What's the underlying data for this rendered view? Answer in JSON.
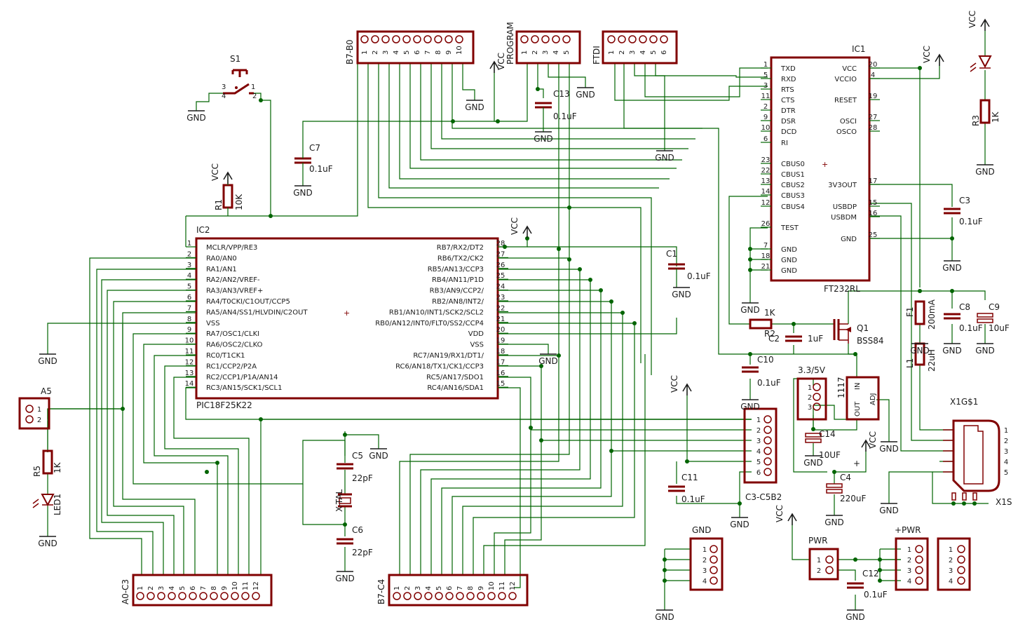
{
  "colors": {
    "wire": "#006400",
    "part": "#800000",
    "text": "#1a1a1a",
    "background": "#ffffff"
  },
  "ic2": {
    "name": "IC2",
    "part": "PIC18F25K22",
    "left_pins": [
      {
        "n": "1",
        "label": "MCLR/VPP/RE3"
      },
      {
        "n": "2",
        "label": "RA0/AN0"
      },
      {
        "n": "3",
        "label": "RA1/AN1"
      },
      {
        "n": "4",
        "label": "RA2/AN2/VREF-"
      },
      {
        "n": "5",
        "label": "RA3/AN3/VREF+"
      },
      {
        "n": "6",
        "label": "RA4/T0CKI/C1OUT/CCP5"
      },
      {
        "n": "7",
        "label": "RA5/AN4/SS1/HLVDIN/C2OUT"
      },
      {
        "n": "8",
        "label": "VSS"
      },
      {
        "n": "9",
        "label": "RA7/OSC1/CLKI"
      },
      {
        "n": "10",
        "label": "RA6/OSC2/CLKO"
      },
      {
        "n": "11",
        "label": "RC0/T1CK1"
      },
      {
        "n": "12",
        "label": "RC1/CCP2/P2A"
      },
      {
        "n": "13",
        "label": "RC2/CCP1/P1A/AN14"
      },
      {
        "n": "14",
        "label": "RC3/AN15/SCK1/SCL1"
      }
    ],
    "right_pins": [
      {
        "n": "28",
        "label": "RB7/RX2/DT2"
      },
      {
        "n": "27",
        "label": "RB6/TX2/CK2"
      },
      {
        "n": "26",
        "label": "RB5/AN13/CCP3"
      },
      {
        "n": "25",
        "label": "RB4/AN11/P1D"
      },
      {
        "n": "24",
        "label": "RB3/AN9/CCP2/"
      },
      {
        "n": "23",
        "label": "RB2/AN8/INT2/"
      },
      {
        "n": "22",
        "label": "RB1/AN10/INT1/SCK2/SCL2"
      },
      {
        "n": "21",
        "label": "RB0/AN12/INT0/FLT0/SS2/CCP4"
      },
      {
        "n": "20",
        "label": "VDD"
      },
      {
        "n": "19",
        "label": "VSS"
      },
      {
        "n": "18",
        "label": "RC7/AN19/RX1/DT1/"
      },
      {
        "n": "17",
        "label": "RC6/AN18/TX1/CK1/CCP3"
      },
      {
        "n": "16",
        "label": "RC5/AN17/SDO1"
      },
      {
        "n": "15",
        "label": "RC4/AN16/SDA1"
      }
    ]
  },
  "ic1": {
    "name": "IC1",
    "part": "FT232RL",
    "left_pins": [
      {
        "n": "1",
        "label": "TXD"
      },
      {
        "n": "5",
        "label": "RXD"
      },
      {
        "n": "3",
        "label": "RTS"
      },
      {
        "n": "11",
        "label": "CTS"
      },
      {
        "n": "2",
        "label": "DTR"
      },
      {
        "n": "9",
        "label": "DSR"
      },
      {
        "n": "10",
        "label": "DCD"
      },
      {
        "n": "6",
        "label": "RI"
      },
      {
        "n": "23",
        "label": "CBUS0"
      },
      {
        "n": "22",
        "label": "CBUS1"
      },
      {
        "n": "13",
        "label": "CBUS2"
      },
      {
        "n": "14",
        "label": "CBUS3"
      },
      {
        "n": "12",
        "label": "CBUS4"
      },
      {
        "n": "26",
        "label": "TEST"
      },
      {
        "n": "7",
        "label": "GND"
      },
      {
        "n": "18",
        "label": "GND"
      },
      {
        "n": "21",
        "label": "GND"
      }
    ],
    "right_pins": [
      {
        "n": "20",
        "label": "VCC"
      },
      {
        "n": "4",
        "label": "VCCIO"
      },
      {
        "n": "19",
        "label": "RESET"
      },
      {
        "n": "27",
        "label": "OSCI"
      },
      {
        "n": "28",
        "label": "OSCO"
      },
      {
        "n": "17",
        "label": "3V3OUT"
      },
      {
        "n": "15",
        "label": "USBDP"
      },
      {
        "n": "16",
        "label": "USBDM"
      },
      {
        "n": "25",
        "label": "GND"
      }
    ]
  },
  "headers": {
    "b7b0": {
      "name": "B7-B0",
      "pins": [
        "1",
        "2",
        "3",
        "4",
        "5",
        "6",
        "7",
        "8",
        "9",
        "10"
      ]
    },
    "program": {
      "name": "PROGRAM",
      "pins": [
        "1",
        "2",
        "3",
        "4",
        "5"
      ]
    },
    "ftdi": {
      "name": "FTDI",
      "pins": [
        "1",
        "2",
        "3",
        "4",
        "5",
        "6"
      ]
    },
    "a0c3": {
      "name": "A0-C3",
      "pins": [
        "1",
        "2",
        "3",
        "4",
        "5",
        "6",
        "7",
        "8",
        "9",
        "10",
        "11",
        "12"
      ]
    },
    "b7c4": {
      "name": "B7-C4",
      "pins": [
        "1",
        "2",
        "3",
        "4",
        "5",
        "6",
        "7",
        "8",
        "9",
        "10",
        "11",
        "12"
      ]
    },
    "c3c5b2": {
      "name": "C3-C5B2",
      "pins": [
        "1",
        "2",
        "3",
        "4",
        "5",
        "6"
      ]
    },
    "gnd": {
      "name": "GND",
      "pins": [
        "1",
        "2",
        "3",
        "4"
      ]
    },
    "pwr": {
      "name": "PWR",
      "pins": [
        "1",
        "2"
      ]
    },
    "pluspwr": {
      "name": "+PWR",
      "pins": [
        "1",
        "2",
        "3",
        "4"
      ]
    },
    "unnamed": {
      "pins": [
        "1",
        "2",
        "3",
        "4"
      ]
    },
    "a5": {
      "name": "A5",
      "pins": [
        "1",
        "2"
      ]
    },
    "jumper": {
      "name": "3.3/5V",
      "pins": [
        "1",
        "2",
        "3"
      ]
    },
    "usb": {
      "name": "X1G$1",
      "shield": "X1S",
      "pins": [
        "1",
        "2",
        "3",
        "4",
        "5"
      ]
    }
  },
  "parts": {
    "s1": "S1",
    "s1_pins": [
      "3",
      "4",
      "1",
      "2"
    ],
    "r1": {
      "name": "R1",
      "value": "10K"
    },
    "r2": {
      "name": "R2",
      "value": "1K"
    },
    "r3": {
      "name": "R3",
      "value": "1K"
    },
    "r5": {
      "name": "R5",
      "value": "1K"
    },
    "f1": {
      "name": "F1",
      "value": "200mA"
    },
    "l1": {
      "name": "L1",
      "value": "22uH"
    },
    "c1": {
      "name": "C1",
      "value": "0.1uF"
    },
    "c2": {
      "name": "C2",
      "value": "1uF"
    },
    "c3": {
      "name": "C3",
      "value": "0.1uF"
    },
    "c4": {
      "name": "C4",
      "value": "220uF"
    },
    "c5": {
      "name": "C5",
      "value": "22pF"
    },
    "c6": {
      "name": "C6",
      "value": "22pF"
    },
    "c7": {
      "name": "C7",
      "value": "0.1uF"
    },
    "c8": {
      "name": "C8",
      "value": "0.1uF"
    },
    "c9": {
      "name": "C9",
      "value": "10uF"
    },
    "c10": {
      "name": "C10",
      "value": "0.1uF"
    },
    "c11": {
      "name": "C11",
      "value": "0.1uF"
    },
    "c12": {
      "name": "C12",
      "value": "0.1uF"
    },
    "c13": {
      "name": "C13",
      "value": "0.1uF"
    },
    "c14": {
      "name": "C14",
      "value": "10UF"
    },
    "xtal": "X-TAL",
    "q1": {
      "name": "Q1",
      "value": "BSS84"
    },
    "reg": {
      "name": "1117",
      "in": "IN",
      "out": "OUT",
      "adj": "ADJ"
    },
    "led1": "LED1"
  },
  "power": {
    "gnd": "GND",
    "vcc": "VCC",
    "plus": "+"
  }
}
